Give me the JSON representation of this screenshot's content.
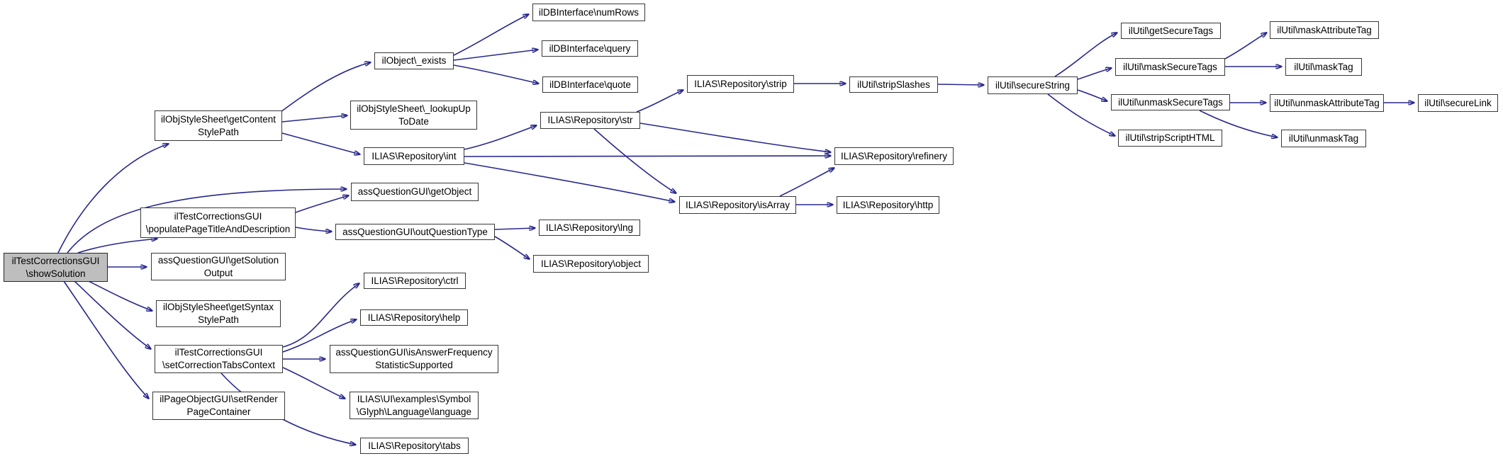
{
  "diagram": {
    "type": "call-graph",
    "root": "ilTestCorrectionsGUI\\showSolution",
    "colors": {
      "edge": "#28288e",
      "node_border": "#383838",
      "node_fill": "#ffffff",
      "root_node_fill": "#bebebe",
      "text": "#000000",
      "background": "#ffffff"
    },
    "nodes": [
      {
        "id": "showSolution",
        "label": "ilTestCorrectionsGUI\n\\showSolution"
      },
      {
        "id": "getContentStylePath",
        "label": "ilObjStyleSheet\\getContent\nStylePath"
      },
      {
        "id": "exists",
        "label": "ilObject\\_exists"
      },
      {
        "id": "numRows",
        "label": "ilDBInterface\\numRows"
      },
      {
        "id": "query",
        "label": "ilDBInterface\\query"
      },
      {
        "id": "quote",
        "label": "ilDBInterface\\quote"
      },
      {
        "id": "lookupUpToDate",
        "label": "ilObjStyleSheet\\_lookupUp\nToDate"
      },
      {
        "id": "int",
        "label": "ILIAS\\Repository\\int"
      },
      {
        "id": "str",
        "label": "ILIAS\\Repository\\str"
      },
      {
        "id": "strip",
        "label": "ILIAS\\Repository\\strip"
      },
      {
        "id": "stripSlashes",
        "label": "ilUtil\\stripSlashes"
      },
      {
        "id": "secureString",
        "label": "ilUtil\\secureString"
      },
      {
        "id": "getSecureTags",
        "label": "ilUtil\\getSecureTags"
      },
      {
        "id": "maskSecureTags",
        "label": "ilUtil\\maskSecureTags"
      },
      {
        "id": "unmaskSecureTags",
        "label": "ilUtil\\unmaskSecureTags"
      },
      {
        "id": "stripScriptHTML",
        "label": "ilUtil\\stripScriptHTML"
      },
      {
        "id": "maskAttributeTag",
        "label": "ilUtil\\maskAttributeTag"
      },
      {
        "id": "maskTag",
        "label": "ilUtil\\maskTag"
      },
      {
        "id": "unmaskAttributeTag",
        "label": "ilUtil\\unmaskAttributeTag"
      },
      {
        "id": "unmaskTag",
        "label": "ilUtil\\unmaskTag"
      },
      {
        "id": "secureLink",
        "label": "ilUtil\\secureLink"
      },
      {
        "id": "refinery",
        "label": "ILIAS\\Repository\\refinery"
      },
      {
        "id": "isArray",
        "label": "ILIAS\\Repository\\isArray"
      },
      {
        "id": "http",
        "label": "ILIAS\\Repository\\http"
      },
      {
        "id": "getObject",
        "label": "assQuestionGUI\\getObject"
      },
      {
        "id": "populatePageTitleAndDescription",
        "label": "ilTestCorrectionsGUI\n\\populatePageTitleAndDescription"
      },
      {
        "id": "outQuestionType",
        "label": "assQuestionGUI\\outQuestionType"
      },
      {
        "id": "lng",
        "label": "ILIAS\\Repository\\lng"
      },
      {
        "id": "object",
        "label": "ILIAS\\Repository\\object"
      },
      {
        "id": "getSolutionOutput",
        "label": "assQuestionGUI\\getSolution\nOutput"
      },
      {
        "id": "getSyntaxStylePath",
        "label": "ilObjStyleSheet\\getSyntax\nStylePath"
      },
      {
        "id": "ctrl",
        "label": "ILIAS\\Repository\\ctrl"
      },
      {
        "id": "help",
        "label": "ILIAS\\Repository\\help"
      },
      {
        "id": "setCorrectionTabsContext",
        "label": "ilTestCorrectionsGUI\n\\setCorrectionTabsContext"
      },
      {
        "id": "isAnswerFrequencyStatisticSupported",
        "label": "assQuestionGUI\\isAnswerFrequency\nStatisticSupported"
      },
      {
        "id": "setRenderPageContainer",
        "label": "ilPageObjectGUI\\setRender\nPageContainer"
      },
      {
        "id": "language",
        "label": "ILIAS\\UI\\examples\\Symbol\n\\Glyph\\Language\\language"
      },
      {
        "id": "tabs",
        "label": "ILIAS\\Repository\\tabs"
      }
    ],
    "edges": [
      {
        "from": "showSolution",
        "to": "getContentStylePath"
      },
      {
        "from": "showSolution",
        "to": "populatePageTitleAndDescription"
      },
      {
        "from": "showSolution",
        "to": "getObject"
      },
      {
        "from": "showSolution",
        "to": "getSolutionOutput"
      },
      {
        "from": "showSolution",
        "to": "getSyntaxStylePath"
      },
      {
        "from": "showSolution",
        "to": "setCorrectionTabsContext"
      },
      {
        "from": "showSolution",
        "to": "setRenderPageContainer"
      },
      {
        "from": "getContentStylePath",
        "to": "exists"
      },
      {
        "from": "getContentStylePath",
        "to": "lookupUpToDate"
      },
      {
        "from": "getContentStylePath",
        "to": "int"
      },
      {
        "from": "exists",
        "to": "numRows"
      },
      {
        "from": "exists",
        "to": "query"
      },
      {
        "from": "exists",
        "to": "quote"
      },
      {
        "from": "int",
        "to": "str"
      },
      {
        "from": "int",
        "to": "refinery"
      },
      {
        "from": "int",
        "to": "isArray"
      },
      {
        "from": "str",
        "to": "strip"
      },
      {
        "from": "str",
        "to": "refinery"
      },
      {
        "from": "str",
        "to": "isArray"
      },
      {
        "from": "strip",
        "to": "stripSlashes"
      },
      {
        "from": "stripSlashes",
        "to": "secureString"
      },
      {
        "from": "secureString",
        "to": "getSecureTags"
      },
      {
        "from": "secureString",
        "to": "maskSecureTags"
      },
      {
        "from": "secureString",
        "to": "unmaskSecureTags"
      },
      {
        "from": "secureString",
        "to": "stripScriptHTML"
      },
      {
        "from": "maskSecureTags",
        "to": "maskAttributeTag"
      },
      {
        "from": "maskSecureTags",
        "to": "maskTag"
      },
      {
        "from": "unmaskSecureTags",
        "to": "unmaskAttributeTag"
      },
      {
        "from": "unmaskSecureTags",
        "to": "unmaskTag"
      },
      {
        "from": "unmaskAttributeTag",
        "to": "secureLink"
      },
      {
        "from": "isArray",
        "to": "refinery"
      },
      {
        "from": "isArray",
        "to": "http"
      },
      {
        "from": "populatePageTitleAndDescription",
        "to": "getObject"
      },
      {
        "from": "populatePageTitleAndDescription",
        "to": "outQuestionType"
      },
      {
        "from": "outQuestionType",
        "to": "lng"
      },
      {
        "from": "outQuestionType",
        "to": "object"
      },
      {
        "from": "setCorrectionTabsContext",
        "to": "ctrl"
      },
      {
        "from": "setCorrectionTabsContext",
        "to": "help"
      },
      {
        "from": "setCorrectionTabsContext",
        "to": "isAnswerFrequencyStatisticSupported"
      },
      {
        "from": "setCorrectionTabsContext",
        "to": "language"
      },
      {
        "from": "setCorrectionTabsContext",
        "to": "tabs"
      }
    ]
  }
}
